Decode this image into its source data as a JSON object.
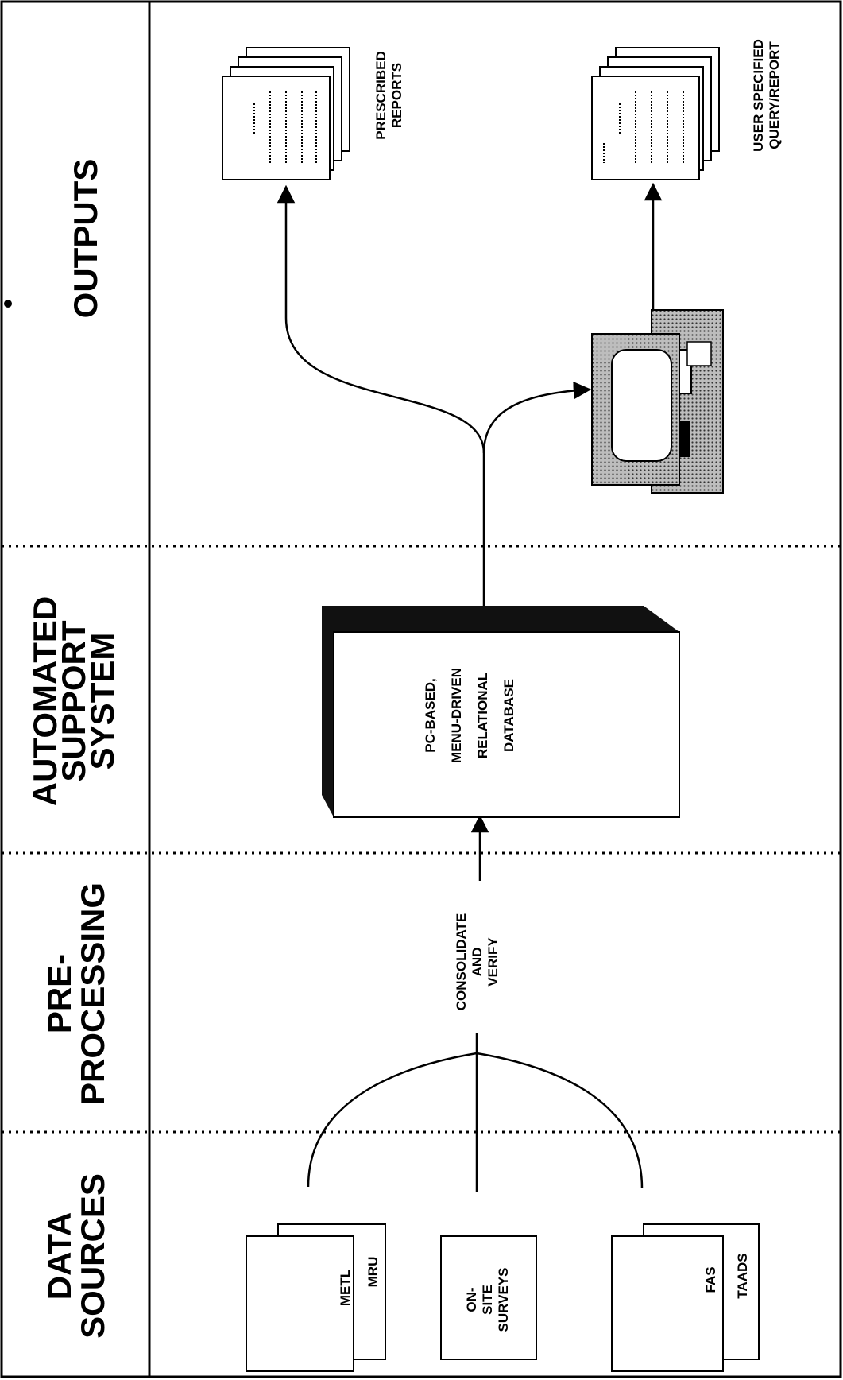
{
  "columns": {
    "data_sources": [
      "DATA",
      "SOURCES"
    ],
    "pre_processing": [
      "PRE-",
      "PROCESSING"
    ],
    "automated_support": [
      "AUTOMATED",
      "SUPPORT",
      "SYSTEM"
    ],
    "outputs": [
      "OUTPUTS"
    ]
  },
  "sources": {
    "doc1": [
      "METL",
      "MRU"
    ],
    "doc2": [
      "ON-",
      "SITE",
      "SURVEYS"
    ],
    "doc3": [
      "FAS",
      "TAADS"
    ]
  },
  "preprocessing_label": [
    "CONSOLIDATE",
    "AND",
    "VERIFY"
  ],
  "database_label": [
    "PC-BASED,",
    "MENU-DRIVEN",
    "RELATIONAL",
    "DATABASE"
  ],
  "outputs": {
    "prescribed": [
      "PRESCRIBED",
      "REPORTS"
    ],
    "user_specified": [
      "USER  SPECIFIED",
      "QUERY/REPORT"
    ]
  },
  "icons": [
    "document-stack-icon",
    "computer-terminal-icon",
    "report-stack-icon"
  ],
  "colors": {
    "ink": "#000000",
    "paper": "#ffffff",
    "screen_shade": "#9a9a9a",
    "box_shade": "#111111"
  }
}
